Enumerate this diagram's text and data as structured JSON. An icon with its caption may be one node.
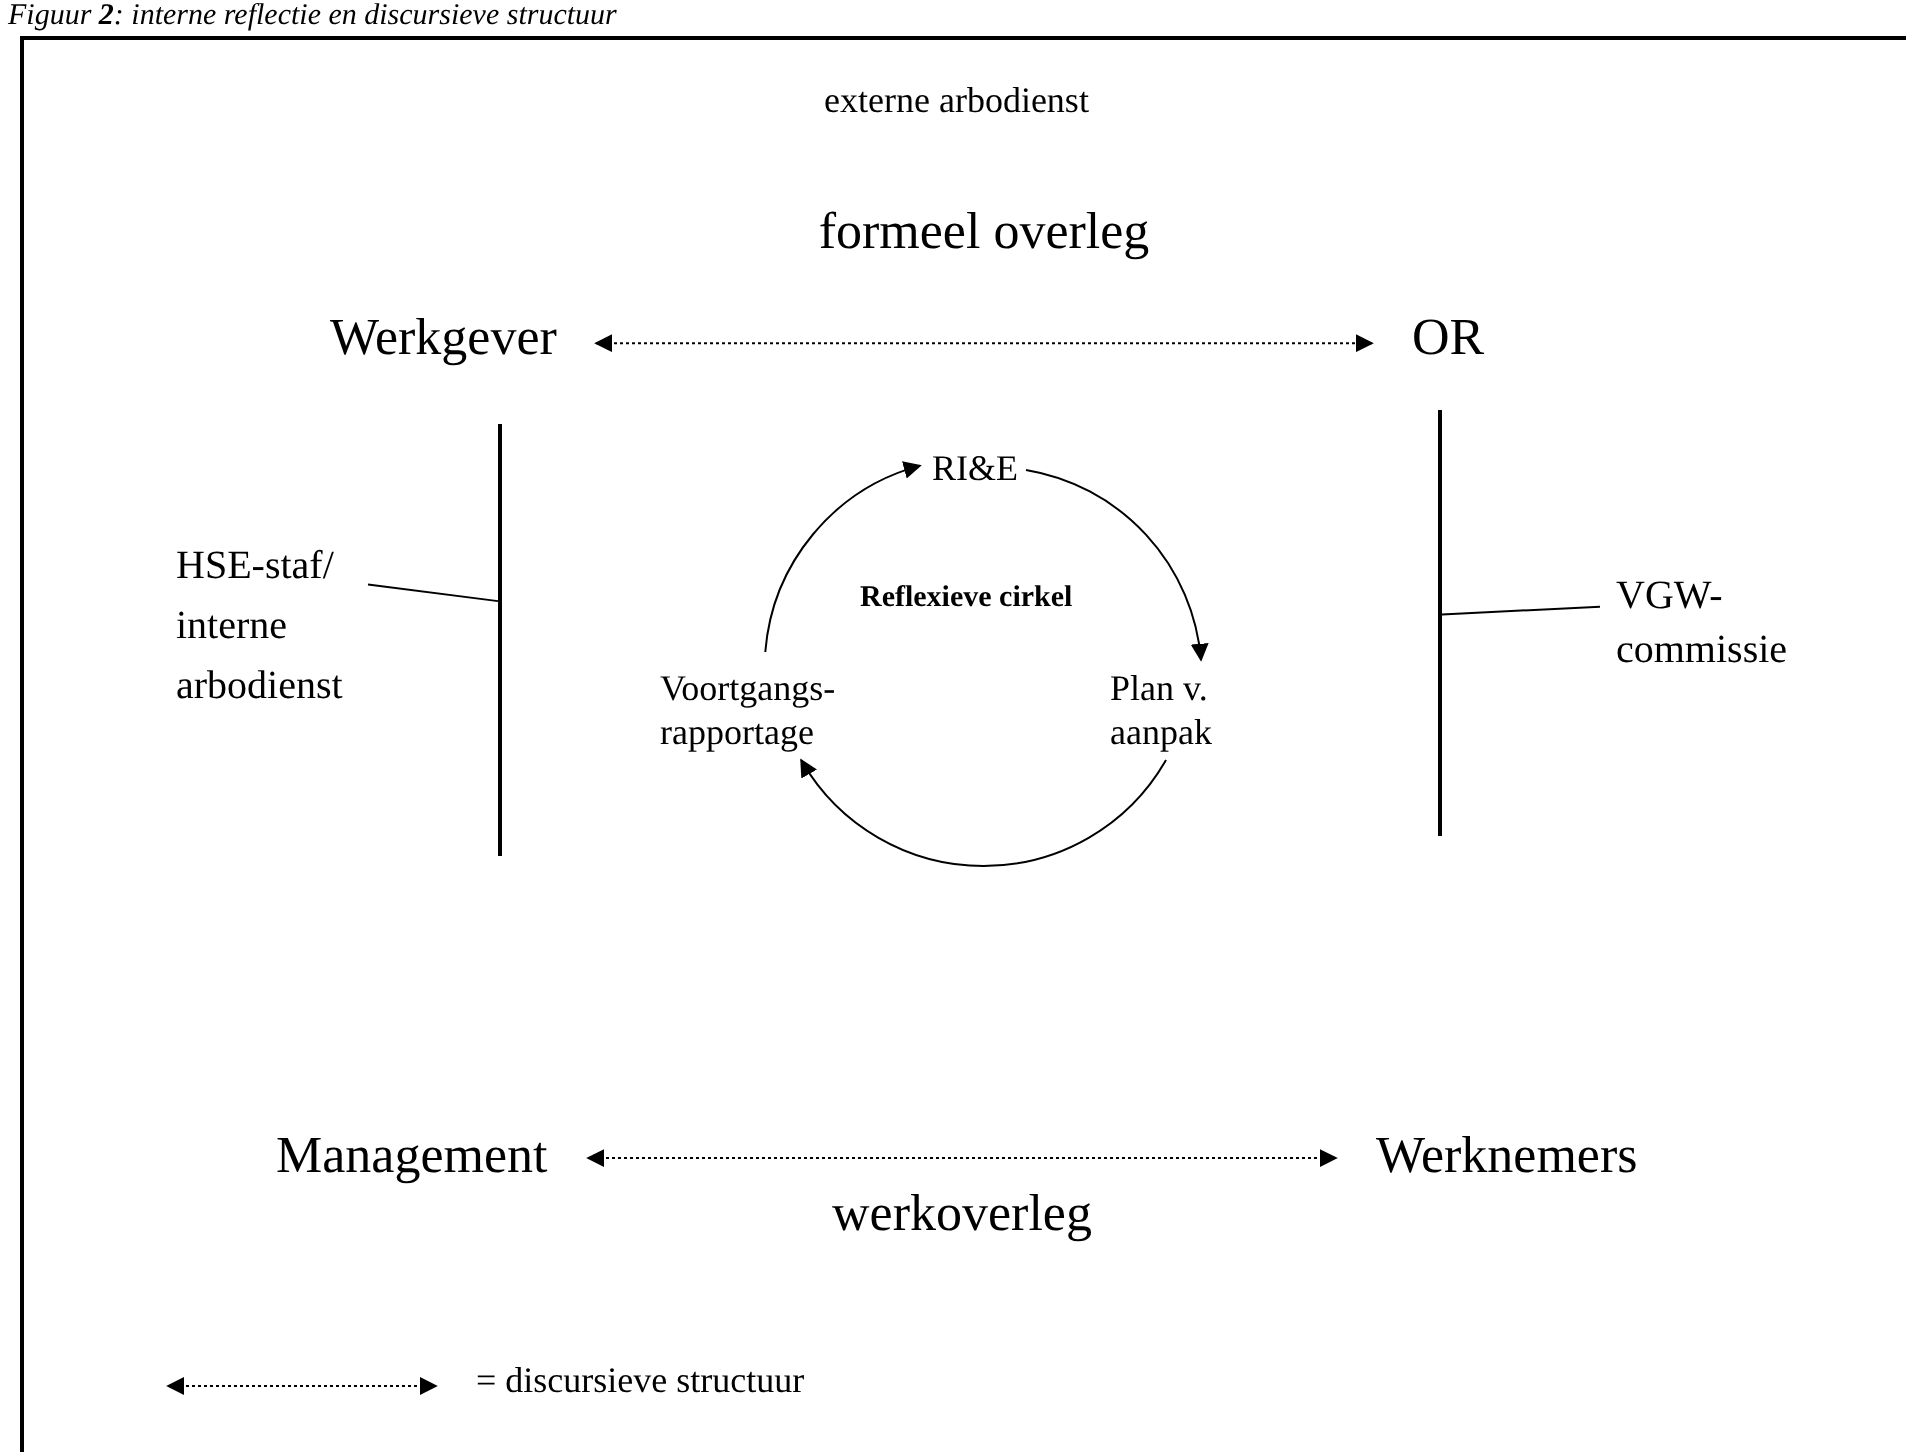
{
  "diagram": {
    "title": "Figuur **2**: interne reflectie en discursieve structuur",
    "nodes": [
      {
        "text": [
          "Werkgever"
        ]
      },
      {
        "text": [
          "OR"
        ]
      },
      {
        "text": [
          "HSE-staf/ interne arbodienst"
        ]
      },
      {
        "text": [
          "VGW-commissie"
        ]
      },
      {
        "text": [
          "RI&E"
        ]
      },
      {
        "text": [
          "Plan v. aanpak"
        ]
      },
      {
        "text": [
          "Voortgangs-rapportage"
        ]
      },
      {
        "text": [
          "Management"
        ]
      },
      {
        "text": [
          "Werknemers"
        ]
      },
      {
        "text": [],
        "shape": "bar"
      },
      {
        "text": [],
        "shape": "bar"
      }
    ],
    "edges": [
      {
        "from": 0,
        "to": 1,
        "arrow": "both",
        "style": "dashed",
        "label": "formeel overleg"
      },
      {
        "from": 7,
        "to": 8,
        "arrow": "both",
        "style": "dashed",
        "label": "werkoverleg"
      },
      {
        "from": 6,
        "to": 4,
        "arrow": "to"
      },
      {
        "from": 4,
        "to": 5,
        "arrow": "to"
      },
      {
        "from": 5,
        "to": 6,
        "arrow": "to"
      },
      {
        "from": 2,
        "to": 9,
        "arrow": "none"
      },
      {
        "from": 3,
        "to": 10,
        "arrow": "none"
      }
    ],
    "labels": [
      "externe arbodienst",
      "Reflexieve cirkel"
    ],
    "legend": [
      {
        "text": "= discursieve structuur"
      }
    ]
  }
}
